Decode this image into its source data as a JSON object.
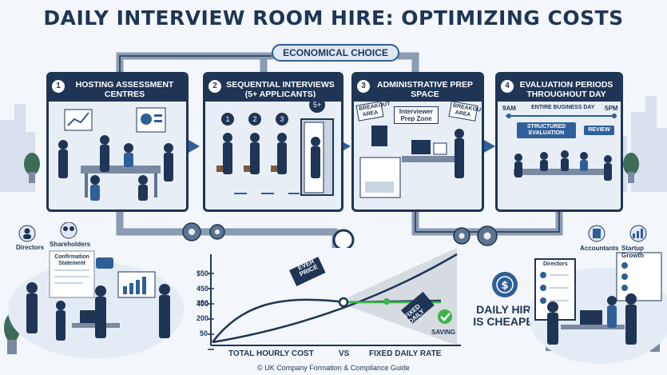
{
  "title": "DAILY INTERVIEW ROOM HIRE: OPTIMIZING COSTS",
  "banner": "ECONOMICAL CHOICE",
  "panels": [
    {
      "num": "1",
      "title": "HOSTING ASSESSMENT CENTRES"
    },
    {
      "num": "2",
      "title": "SEQUENTIAL INTERVIEWS (5+ APPLICANTS)",
      "steps": [
        "1",
        "2",
        "3",
        "5+"
      ]
    },
    {
      "num": "3",
      "title": "ADMINISTRATIVE PREP SPACE",
      "tags": [
        "BREAKOUT AREA",
        "Interviewer Prep Zone",
        "BREAKOUT AREA"
      ]
    },
    {
      "num": "4",
      "title": "EVALUATION PERIODS THROUGHOUT DAY",
      "times": [
        "9AM",
        "ENTIRE BUSINESS DAY",
        "5PM"
      ],
      "bars": [
        "STRUCTURED EVALUATION",
        "REVIEW"
      ]
    }
  ],
  "left_group": {
    "icons": [
      "Directors",
      "Shareholders"
    ],
    "doc": "Confirmation Statement"
  },
  "right_group": {
    "icons": [
      "Accountants",
      "Startup Growth"
    ],
    "doc": "Directors"
  },
  "chart_data": {
    "type": "line",
    "y_ticks": [
      "$50",
      "450",
      "400",
      "350",
      "200",
      "50"
    ],
    "series": [
      {
        "name": "TOTAL HOURLY COST"
      },
      {
        "name": "FIXED DAILY RATE"
      }
    ],
    "xlabel_left": "TOTAL HOURLY COST",
    "xlabel_mid": "VS",
    "xlabel_right": "FIXED DAILY RATE",
    "tags": [
      "EVER PRICE",
      "FIXED DAILY"
    ],
    "saving": "SAVING"
  },
  "conclusion": "DAILY HIRE IS CHEAPER",
  "footer": "© UK Company Formation & Compliance Guide",
  "colors": {
    "navy": "#1f3556",
    "blue": "#2f5f98",
    "green": "#3bb44a",
    "pipe": "#8a9bb2"
  }
}
